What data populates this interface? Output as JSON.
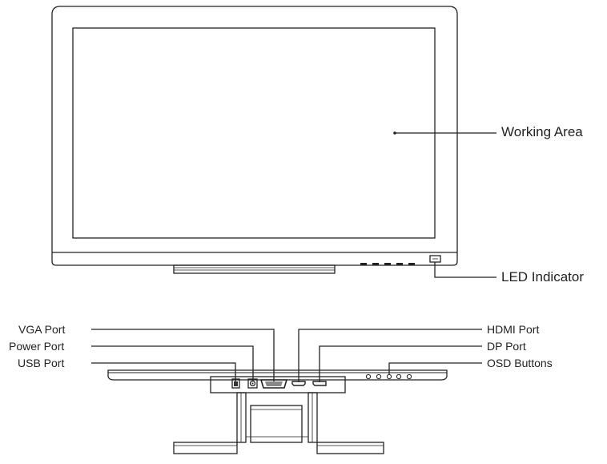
{
  "front_labels": {
    "working_area": "Working Area",
    "led_indicator": "LED Indicator"
  },
  "bottom_labels": {
    "vga_port": "VGA Port",
    "power_port": "Power Port",
    "usb_port": "USB Port",
    "hdmi_port": "HDMI Port",
    "dp_port": "DP Port",
    "osd_buttons": "OSD Buttons"
  },
  "colors": {
    "stroke": "#222222",
    "fill_dark": "#333333",
    "background": "#ffffff"
  }
}
